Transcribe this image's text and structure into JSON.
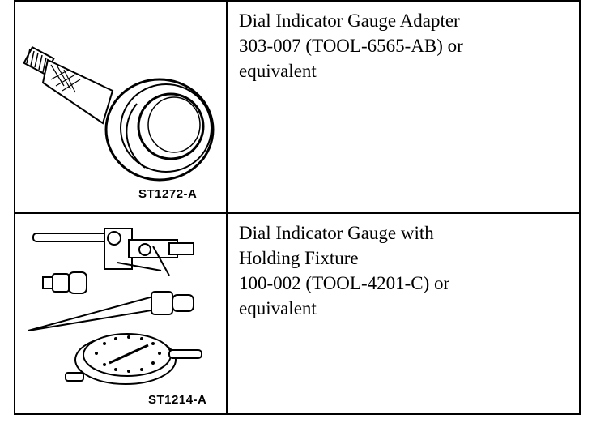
{
  "tools": [
    {
      "image_label": "ST1272-A",
      "image_icon": "dial-indicator-gauge-adapter-icon",
      "description_lines": [
        "Dial Indicator Gauge Adapter",
        "303-007 (TOOL-6565-AB) or",
        "equivalent"
      ]
    },
    {
      "image_label": "ST1214-A",
      "image_icon": "dial-indicator-gauge-with-holding-fixture-icon",
      "description_lines": [
        "Dial Indicator Gauge with",
        "Holding Fixture",
        "100-002 (TOOL-4201-C) or",
        "equivalent"
      ]
    }
  ]
}
